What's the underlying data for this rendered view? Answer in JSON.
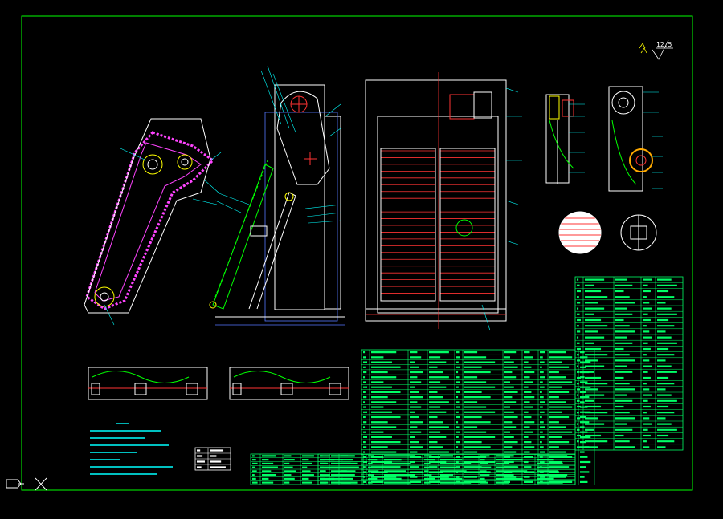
{
  "canvas": {
    "background": "#000000"
  },
  "colors": {
    "frame": "#00ff00",
    "structure": "#ffffff",
    "accent": "#ff3333",
    "chain": "#ff44ff",
    "annotation": "#00ffff",
    "table": "#00ff66",
    "highlight": "#ffff00",
    "blue": "#5577ff"
  },
  "roughness_symbol": {
    "value": "12.5"
  },
  "icons": {
    "ucs": "ucs-axis-icon",
    "cursor": "crosshair-x-icon"
  },
  "screen_wheel_section": {
    "slat_count": 22
  },
  "lower_table": {
    "rows": 8,
    "cols": 8
  },
  "middle_parts_table": {
    "rows": 27,
    "column_groups": 4
  },
  "right_parts_table": {
    "rows": 30,
    "cols": 4
  },
  "small_table": {
    "rows": 4,
    "cols": 2
  }
}
